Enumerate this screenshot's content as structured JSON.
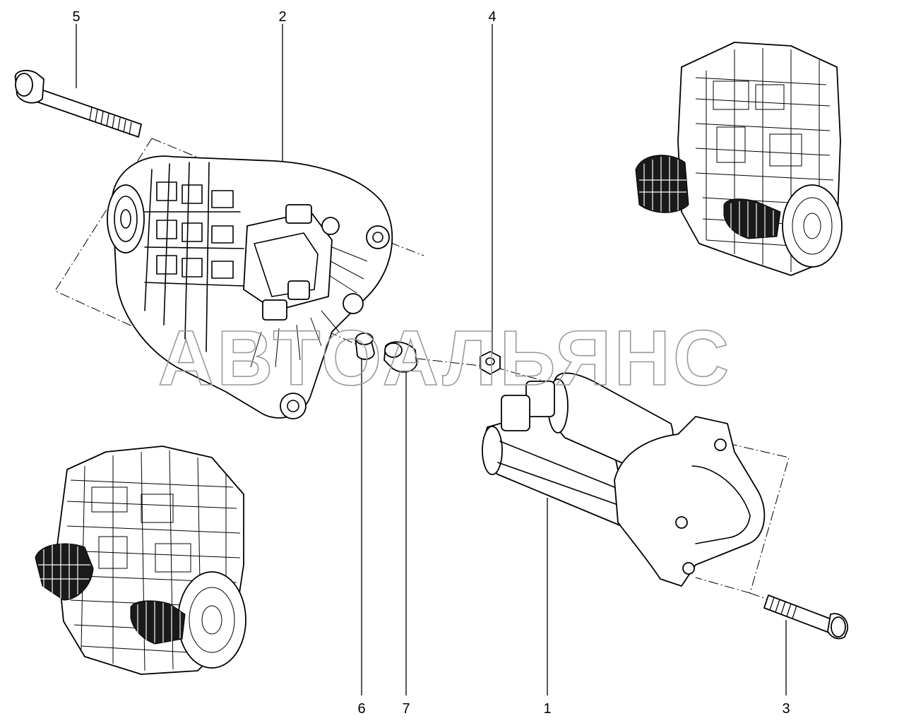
{
  "watermark": {
    "text": "АВТОАЛЬЯНС"
  },
  "callouts": [
    {
      "id": "c1",
      "label": "1"
    },
    {
      "id": "c2",
      "label": "2"
    },
    {
      "id": "c3",
      "label": "3"
    },
    {
      "id": "c4",
      "label": "4"
    },
    {
      "id": "c5",
      "label": "5"
    },
    {
      "id": "c6",
      "label": "6"
    },
    {
      "id": "c7",
      "label": "7"
    }
  ]
}
